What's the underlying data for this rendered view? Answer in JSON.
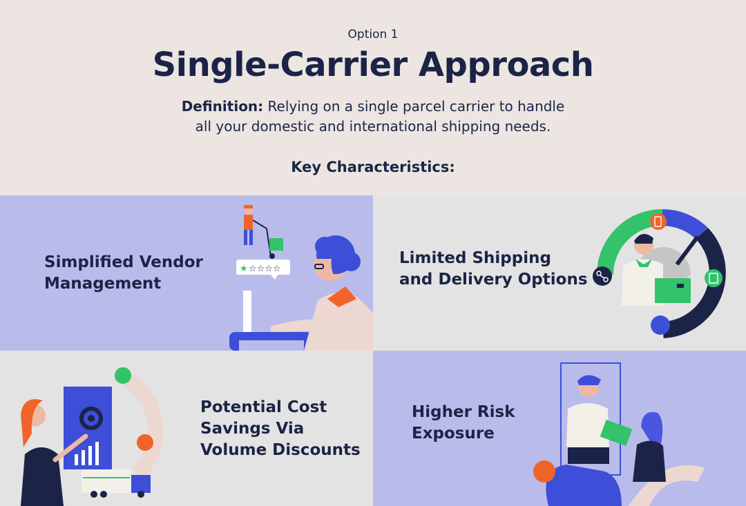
{
  "header": {
    "option": "Option 1",
    "title": "Single-Carrier Approach",
    "definition_label": "Definition:",
    "definition_line1": "Relying on a single parcel carrier to handle",
    "definition_line2": "all your domestic and international shipping needs.",
    "key_characteristics": "Key Characteristics:"
  },
  "panels": [
    {
      "label": "Simplified Vendor\nManagement"
    },
    {
      "label": "Limited Shipping\nand Delivery Options"
    },
    {
      "label": "Potential Cost\nSavings Via\nVolume Discounts"
    },
    {
      "label": "Higher Risk\nExposure"
    }
  ],
  "colors": {
    "navy": "#1b2447",
    "periwinkle": "#b9bcea",
    "light_gray": "#e4e3e3",
    "beige": "#ece5e1",
    "blue": "#4a55e0",
    "green": "#33c36a",
    "orange": "#f0642a"
  },
  "icons": [
    "person-with-hand-truck-icon",
    "star-rating-icon",
    "gear-icon",
    "bar-chart-icon",
    "truck-icon",
    "route-icon",
    "document-icon",
    "mobile-icon",
    "location-pin-icon"
  ]
}
